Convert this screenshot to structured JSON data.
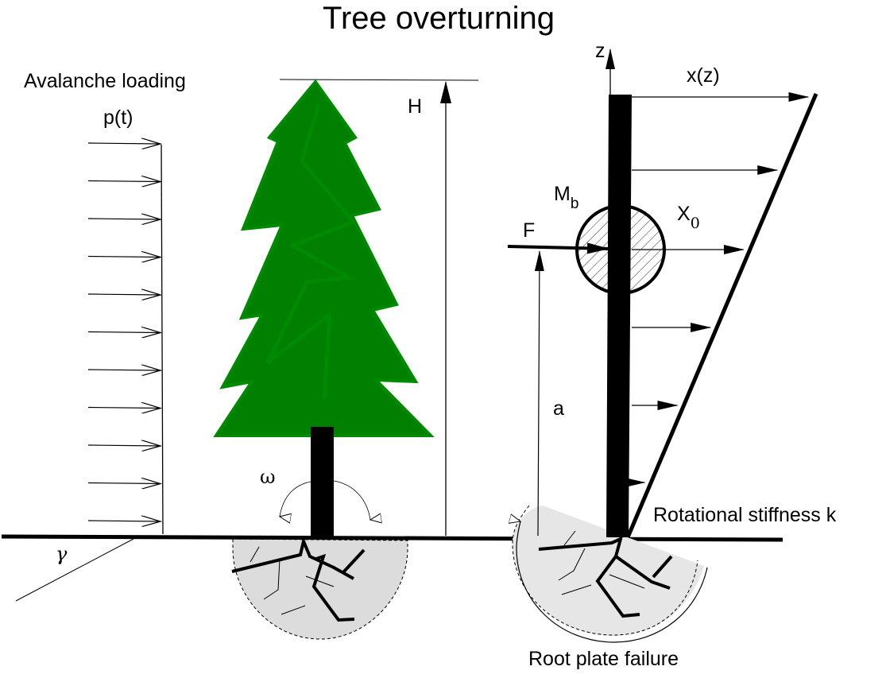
{
  "title": "Tree overturning",
  "colors": {
    "tree_fill": "#007f00",
    "tree_stroke": "#008a00",
    "soil_fill": "#dcdcdc",
    "soil_light": "#e6e6e6",
    "ink": "#000000"
  },
  "left_panel": {
    "load_label": "Avalanche loading",
    "load_symbol": "p(t)",
    "slope_symbol": "γ",
    "rotation_symbol": "ω",
    "height_symbol": "H",
    "load_arrow_count": 11
  },
  "right_panel": {
    "z_axis": "z",
    "deflection_label": "x(z)",
    "moment_label": "M",
    "moment_subscript": "b",
    "force_label": "F",
    "displacement_label": "X",
    "displacement_subscript": "0",
    "lever_arm_label": "a",
    "stiffness_label": "Rotational stiffness k",
    "failure_label": "Root plate failure"
  }
}
